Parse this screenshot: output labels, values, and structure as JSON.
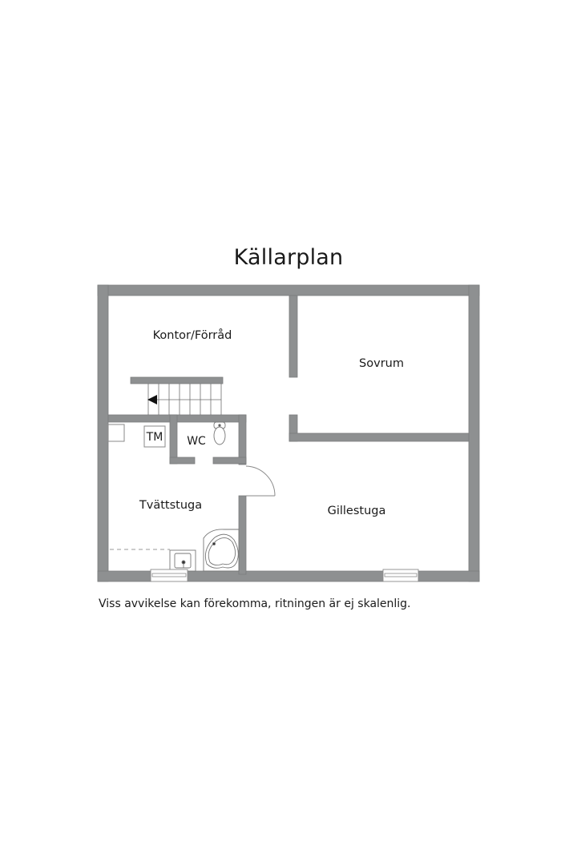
{
  "title": "Källarplan",
  "rooms": [
    {
      "name": "Kontor/Förråd"
    },
    {
      "name": "Sovrum"
    },
    {
      "name": "Tvättstuga"
    },
    {
      "name": "Gillestuga"
    },
    {
      "name": "WC"
    }
  ],
  "fixtures": {
    "tm_label": "TM"
  },
  "disclaimer": "Viss avvikelse kan förekomma, ritningen är ej skalenlig.",
  "colors": {
    "wall": "#8e9091",
    "wall_edge": "#7a7c7d",
    "line": "#6e6e6e",
    "background": "#ffffff"
  }
}
